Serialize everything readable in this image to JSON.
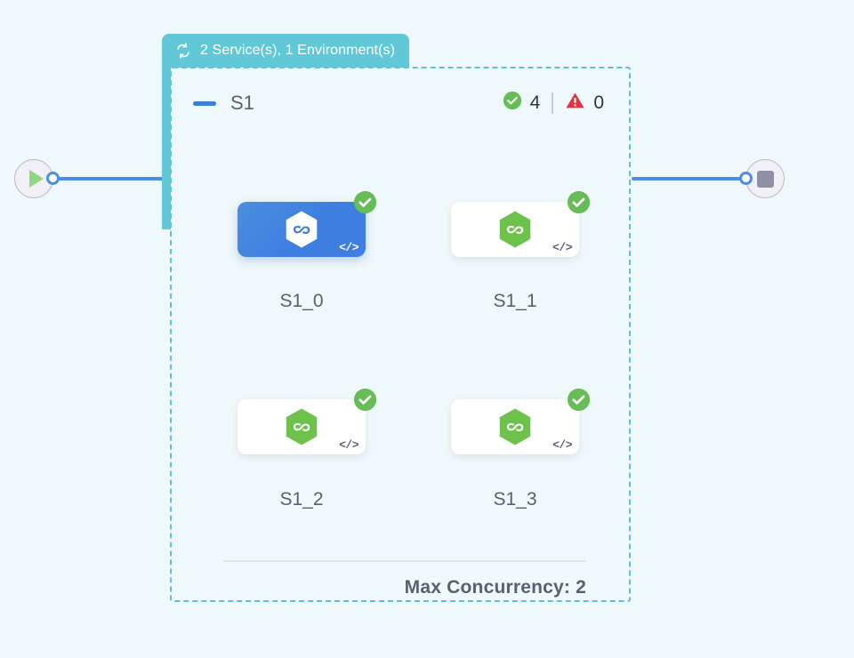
{
  "canvas": {
    "background_color": "#eff8fa"
  },
  "start_node": {
    "icon": "play-icon",
    "accent_color": "#8ed97f"
  },
  "end_node": {
    "icon": "stop-icon",
    "accent_color": "#8f90a6"
  },
  "edges": {
    "color": "#4a90e2",
    "handle_color": "#4a90e2"
  },
  "group": {
    "header": {
      "icon": "loop-icon",
      "title": "2 Service(s), 1 Environment(s)",
      "background_color": "#61c8d8",
      "text_color": "#ffffff"
    },
    "border_color": "#5cc2d4",
    "collapse_icon": "minus-icon",
    "name": "S1",
    "status": {
      "success_icon": "check-circle-icon",
      "success_count": "4",
      "success_color": "#67bd55",
      "warning_icon": "warning-triangle-icon",
      "warning_count": "0",
      "warning_color": "#dc3545"
    },
    "footer": {
      "max_concurrency_label": "Max Concurrency: 2"
    },
    "services": [
      {
        "label": "S1_0",
        "selected": true,
        "status_icon": "check-circle-icon",
        "code_icon": "</>",
        "logo": "nodejs-hexagon-icon",
        "logo_color": "#ffffff"
      },
      {
        "label": "S1_1",
        "selected": false,
        "status_icon": "check-circle-icon",
        "code_icon": "</>",
        "logo": "nodejs-hexagon-icon",
        "logo_color": "#6cc24a"
      },
      {
        "label": "S1_2",
        "selected": false,
        "status_icon": "check-circle-icon",
        "code_icon": "</>",
        "logo": "nodejs-hexagon-icon",
        "logo_color": "#6cc24a"
      },
      {
        "label": "S1_3",
        "selected": false,
        "status_icon": "check-circle-icon",
        "code_icon": "</>",
        "logo": "nodejs-hexagon-icon",
        "logo_color": "#6cc24a"
      }
    ]
  }
}
